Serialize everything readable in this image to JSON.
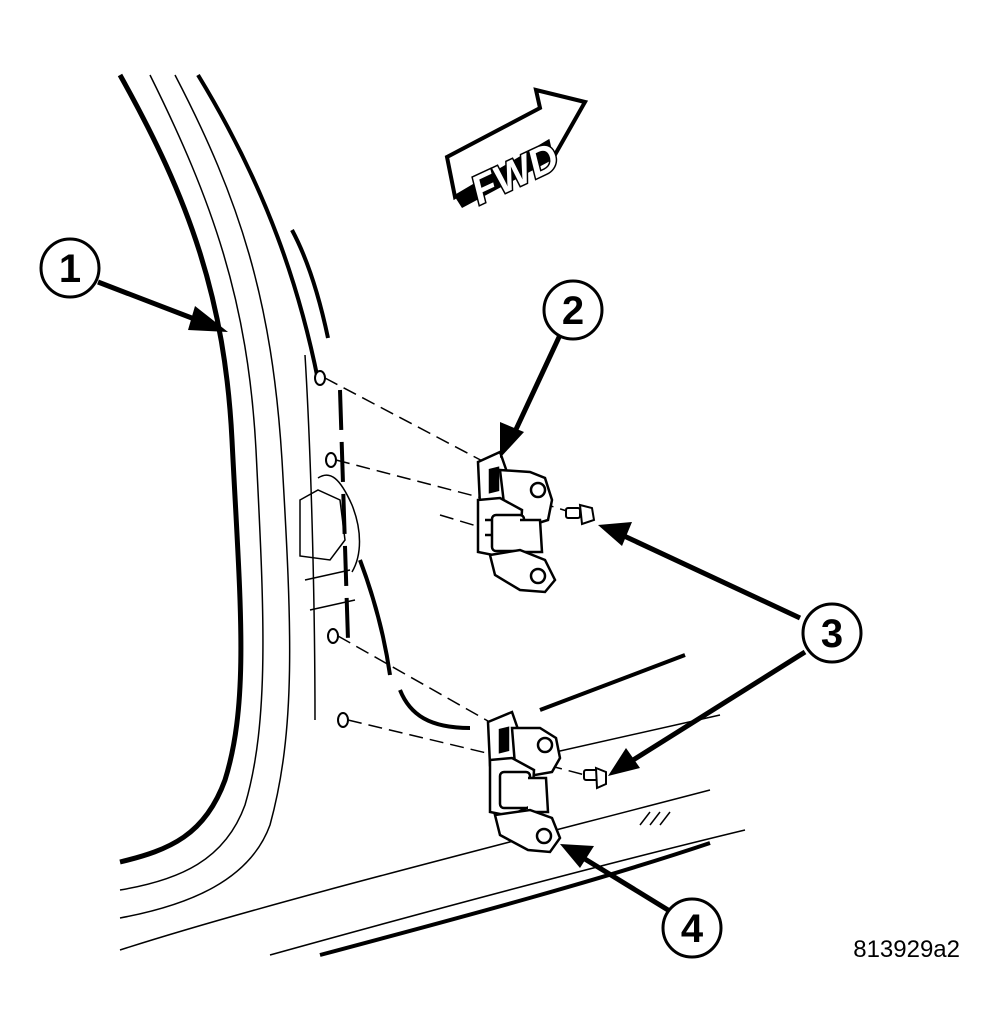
{
  "direction_label": "FWD",
  "callouts": [
    {
      "number": "1"
    },
    {
      "number": "2"
    },
    {
      "number": "3"
    },
    {
      "number": "4"
    }
  ],
  "figure_id": "813929a2"
}
